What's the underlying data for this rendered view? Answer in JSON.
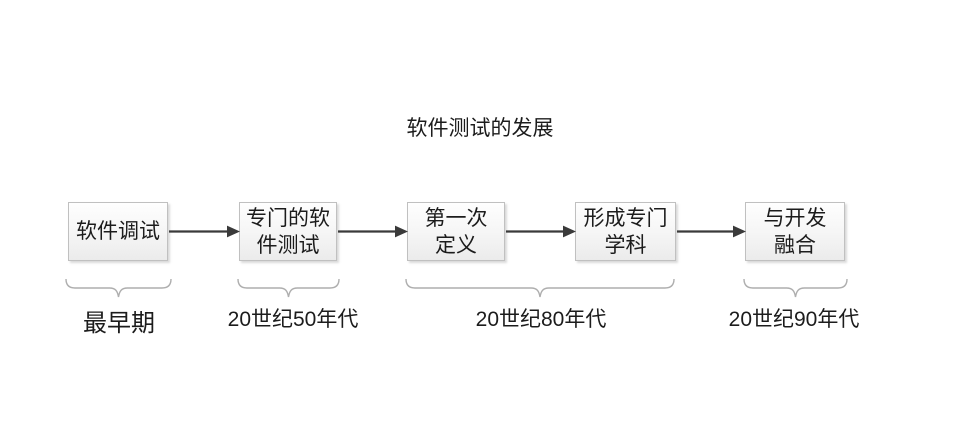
{
  "title": "软件测试的发展",
  "flow": {
    "boxes": [
      {
        "label": "软件调试"
      },
      {
        "label": "专门的软\n件测试"
      },
      {
        "label": "第一次\n定义"
      },
      {
        "label": "形成专门\n学科"
      },
      {
        "label": "与开发\n融合"
      }
    ]
  },
  "timeline": {
    "brackets": [
      {
        "label": "最早期"
      },
      {
        "label": "20世纪50年代"
      },
      {
        "label": "20世纪80年代"
      },
      {
        "label": "20世纪90年代"
      }
    ]
  },
  "colors": {
    "text": "#1c1c1c",
    "box-border": "#c0c0c0",
    "box-fill-top": "#fefefe",
    "box-fill-bottom": "#ebebeb",
    "arrow": "#3a3a3a",
    "brace": "#aeaeae",
    "background": "#ffffff"
  }
}
